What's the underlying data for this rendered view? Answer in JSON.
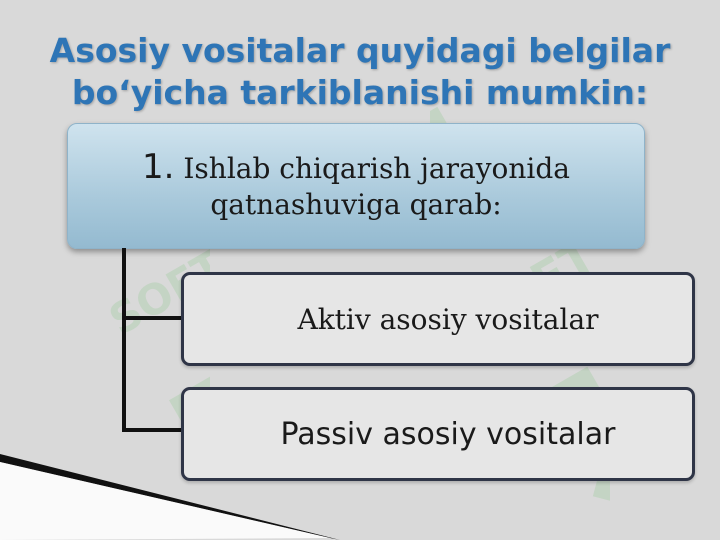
{
  "slide": {
    "title": "Asosiy vositalar quyidagi belgilar bo‘yicha tarkiblanishi mumkin:",
    "root": {
      "number": "1.",
      "text": "Ishlab chiqarish jarayonida qatnashuviga qarab:"
    },
    "children": [
      {
        "label": "Aktiv asosiy vositalar"
      },
      {
        "label": "Passiv asosiy vositalar"
      }
    ],
    "watermark_text": "SOFT",
    "colors": {
      "title": "#2e75b6",
      "background": "#d9d9d9",
      "root_box": "#a9c9db",
      "child_border": "#2f3547",
      "watermark": "#8fd18f"
    }
  }
}
